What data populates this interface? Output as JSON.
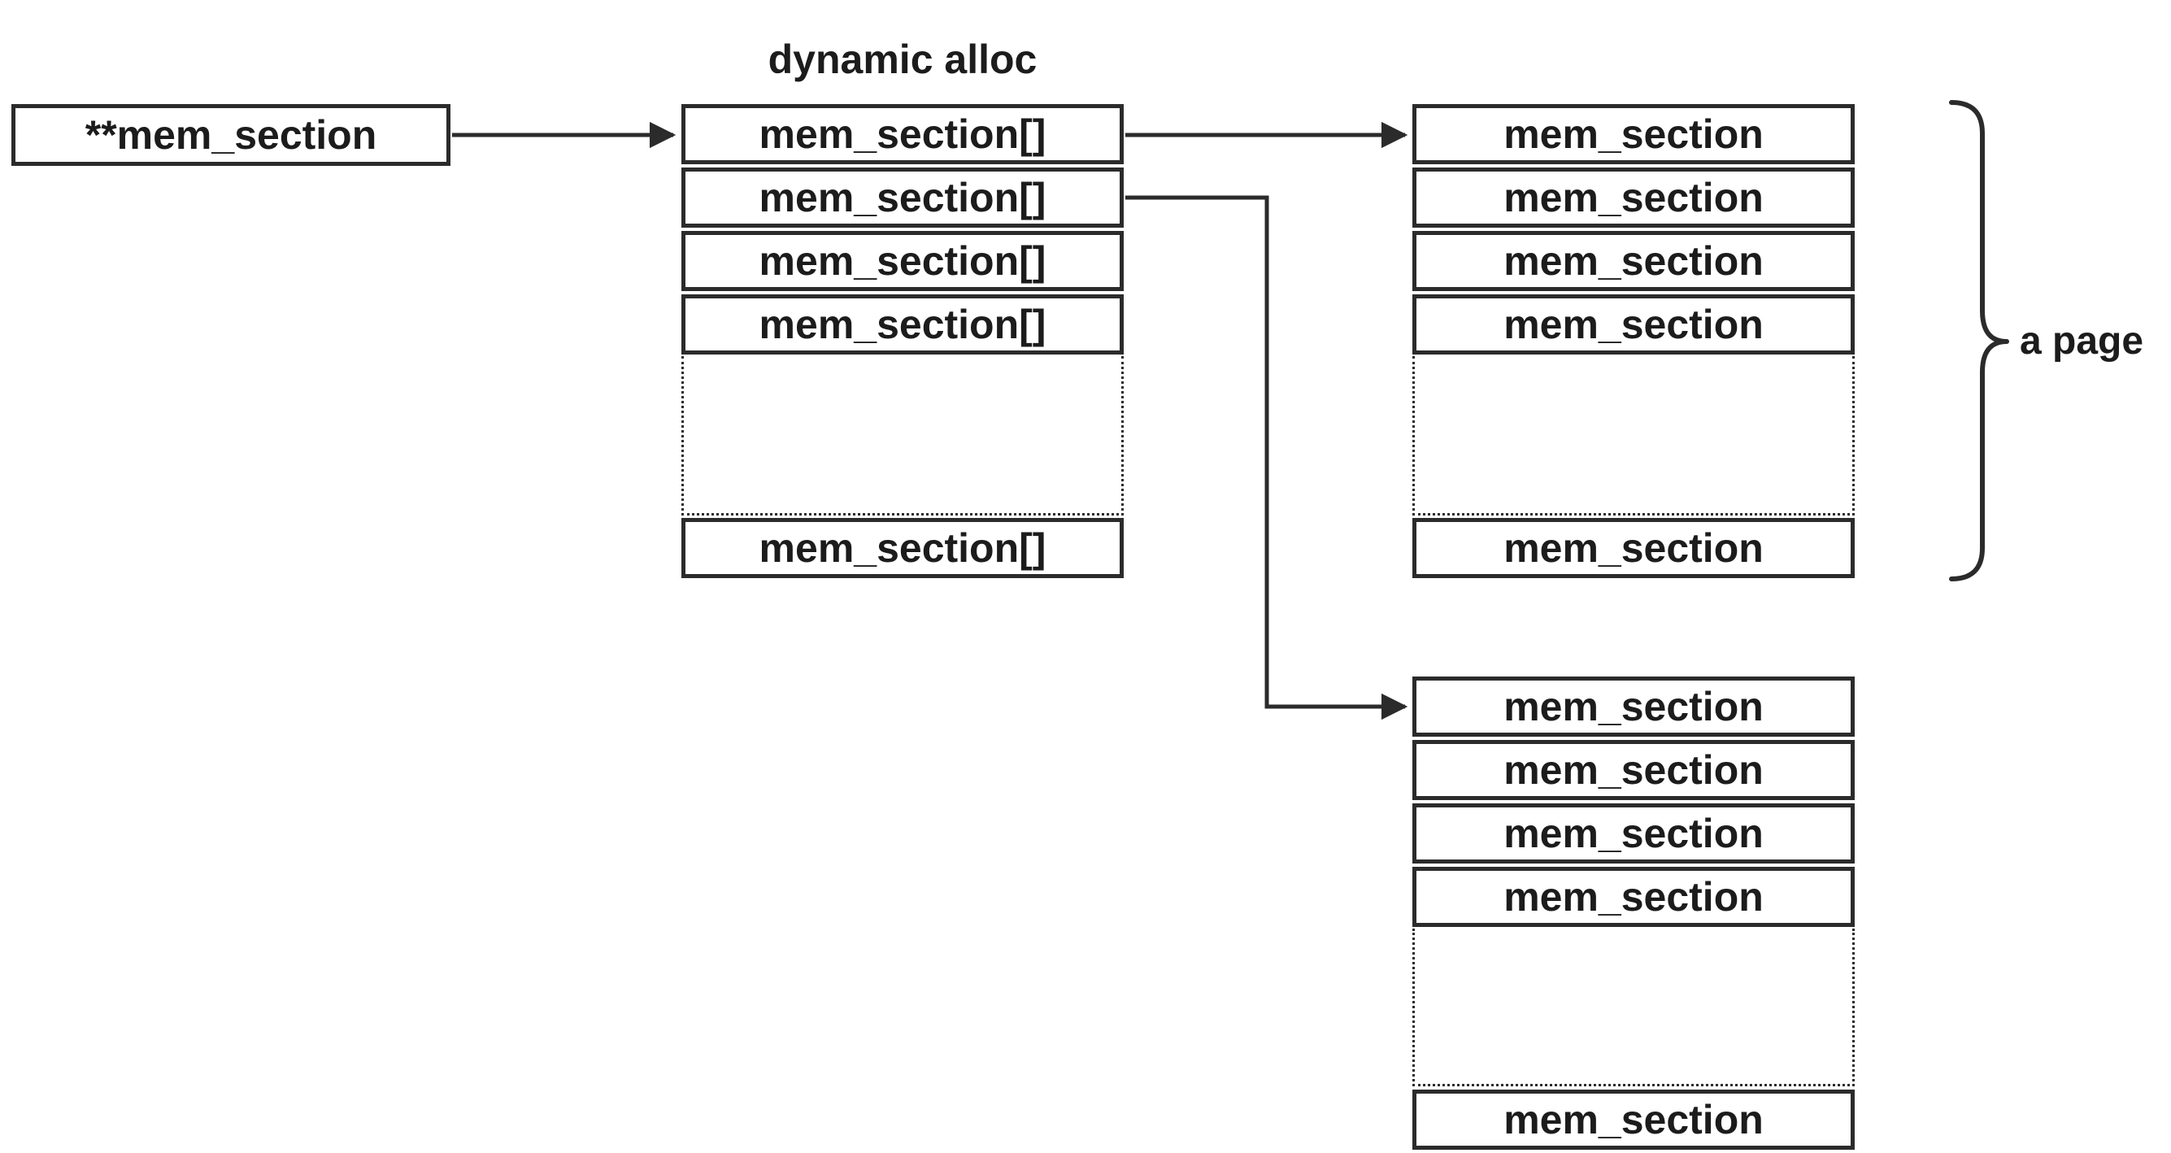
{
  "diagram": {
    "title": "dynamic alloc",
    "root_pointer": "**mem_section",
    "array_column": {
      "cells": [
        "mem_section[]",
        "mem_section[]",
        "mem_section[]",
        "mem_section[]"
      ],
      "last_cell": "mem_section[]"
    },
    "page_top": {
      "cells": [
        "mem_section",
        "mem_section",
        "mem_section",
        "mem_section"
      ],
      "last_cell": "mem_section"
    },
    "page_bottom": {
      "cells": [
        "mem_section",
        "mem_section",
        "mem_section",
        "mem_section"
      ],
      "last_cell": "mem_section"
    },
    "brace_label": "a page",
    "colors": {
      "line": "#2b2b2b",
      "text": "#1c1c1c",
      "background": "#ffffff"
    }
  }
}
